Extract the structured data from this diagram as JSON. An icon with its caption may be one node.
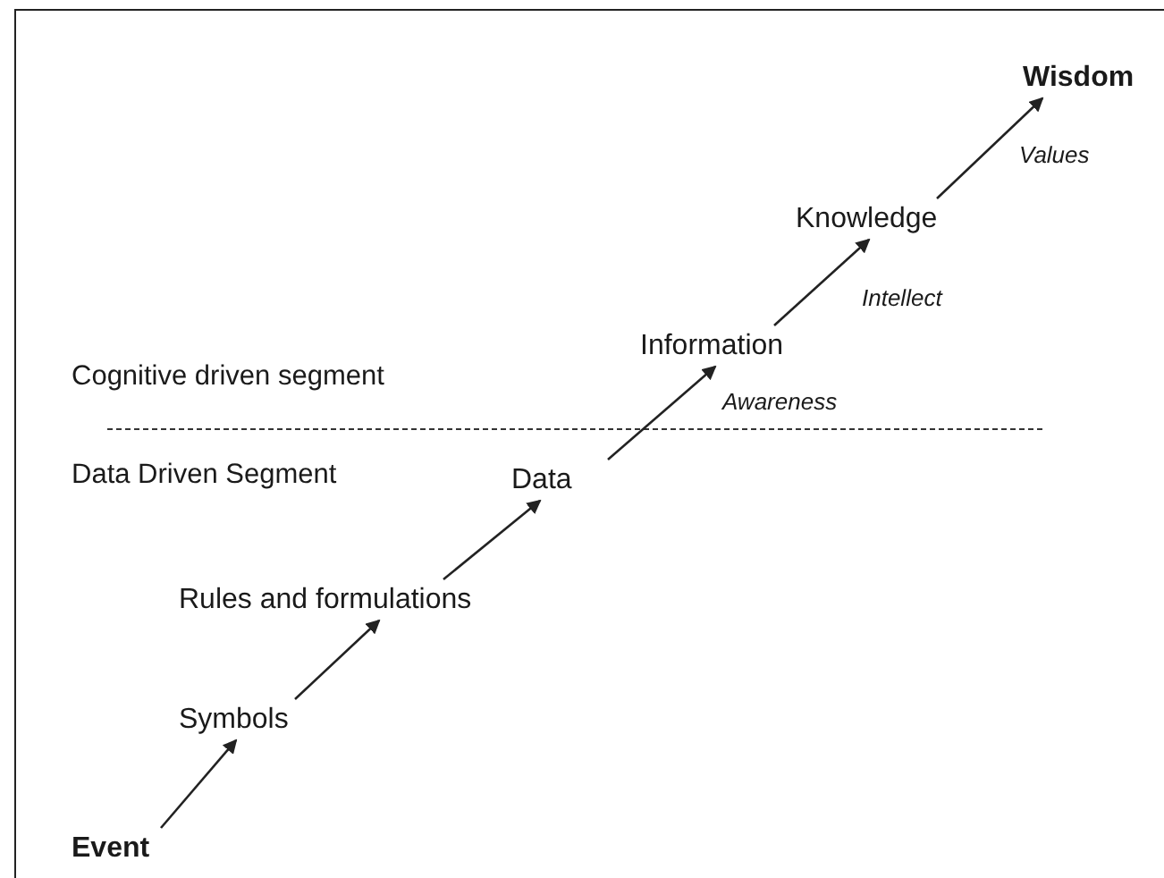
{
  "diagram": {
    "nodes": [
      {
        "text": [
          "Event"
        ]
      },
      {
        "text": [
          "Symbols"
        ]
      },
      {
        "text": [
          "Rules and formulations"
        ]
      },
      {
        "text": [
          "Data"
        ]
      },
      {
        "text": [
          "Information"
        ]
      },
      {
        "text": [
          "Knowledge"
        ]
      },
      {
        "text": [
          "Wisdom"
        ]
      }
    ],
    "edges": [
      {
        "from": 0,
        "to": 1,
        "arrow": "to"
      },
      {
        "from": 1,
        "to": 2,
        "arrow": "to"
      },
      {
        "from": 2,
        "to": 3,
        "arrow": "to"
      },
      {
        "from": 3,
        "to": 4,
        "arrow": "to",
        "label": "Awareness"
      },
      {
        "from": 4,
        "to": 5,
        "arrow": "to",
        "label": "Intellect"
      },
      {
        "from": 5,
        "to": 6,
        "arrow": "to",
        "label": "Values"
      }
    ],
    "labels": [
      "Cognitive driven segment",
      "Data Driven Segment"
    ]
  }
}
